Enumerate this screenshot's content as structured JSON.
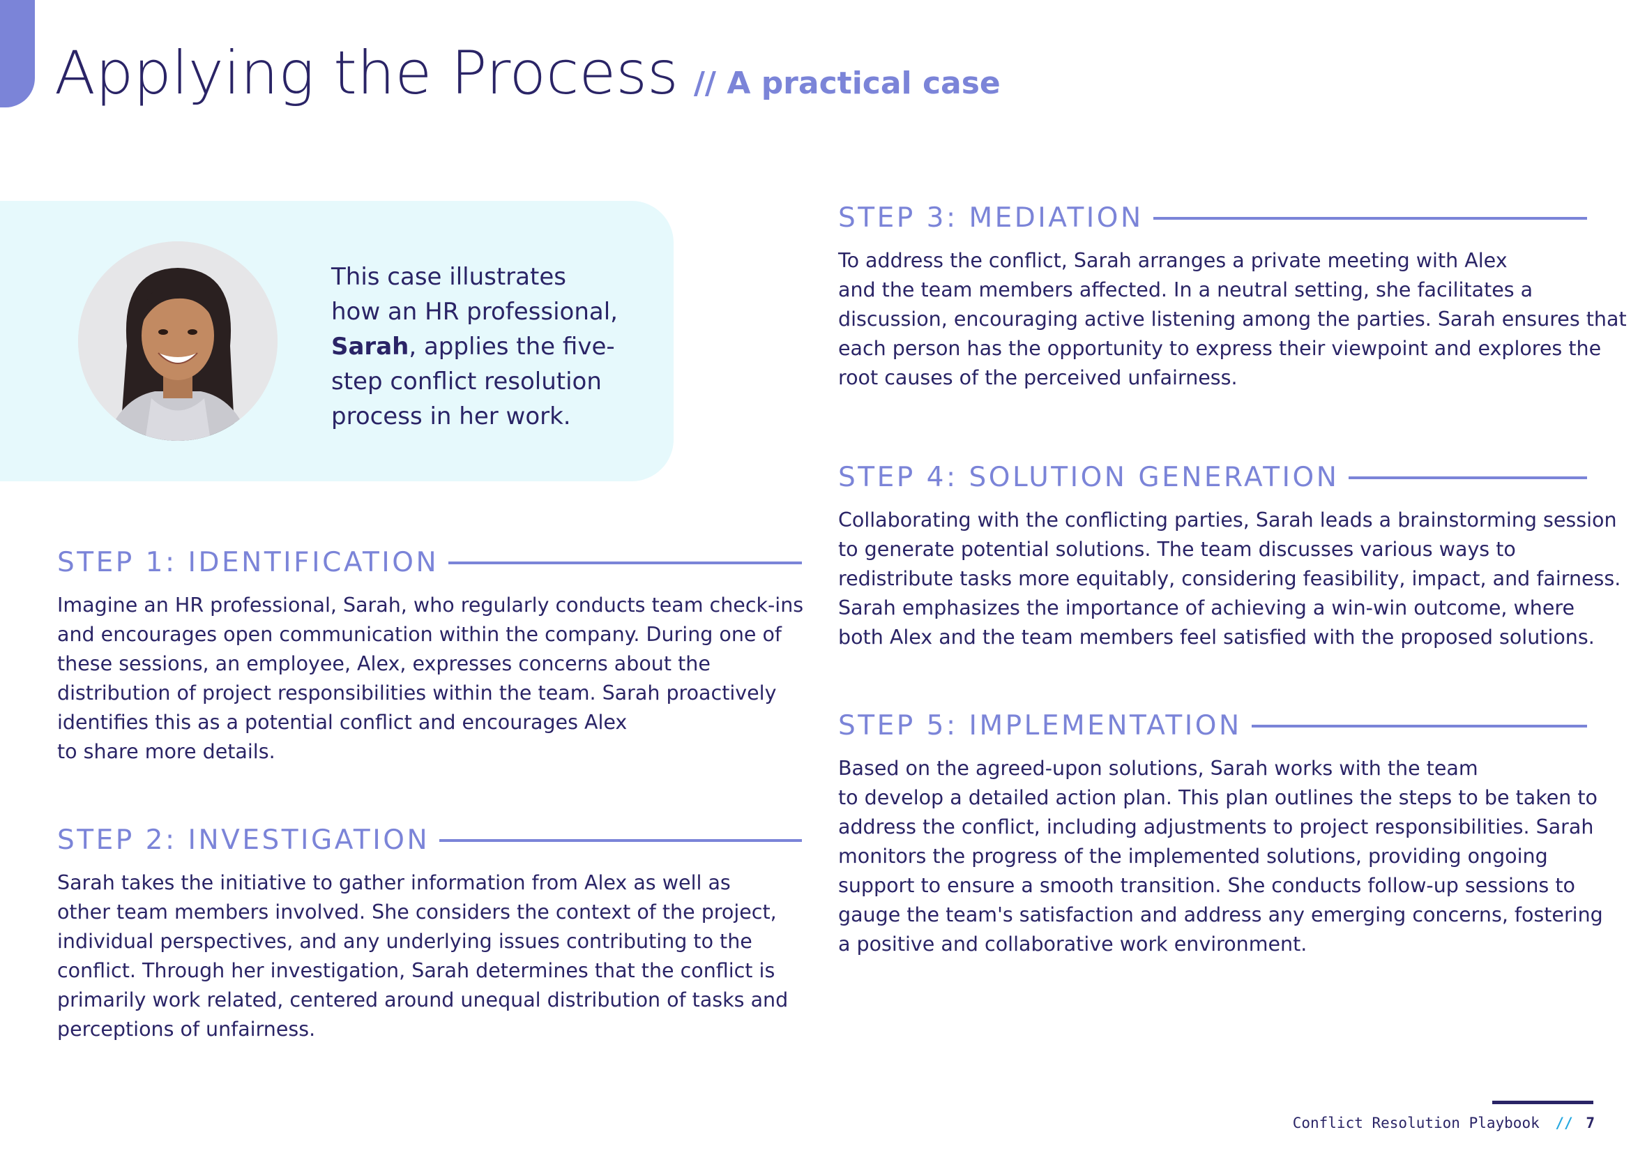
{
  "header": {
    "title": "Applying the Process",
    "subtitle": "// A practical case"
  },
  "intro": {
    "line1": "This case illustrates",
    "line2": "how an HR professional,",
    "name": "Sarah",
    "line3_rest": ", applies the five-",
    "line4": "step conflict resolution",
    "line5": "process in her work."
  },
  "steps": [
    {
      "title": "STEP 1: IDENTIFICATION",
      "lines": [
        "Imagine an HR professional, Sarah, who regularly conducts team check-ins",
        "and encourages open communication within the company. During  one of",
        "these sessions, an employee, Alex, expresses concerns about the",
        "distribution of project responsibilities within the team. Sarah proactively",
        "identifies this as a potential conflict and encourages Alex",
        "to share more details."
      ]
    },
    {
      "title": "STEP 2: INVESTIGATION",
      "lines": [
        "Sarah takes the initiative to gather information from Alex as well as",
        "other team members involved. She considers the context of the project,",
        "individual perspectives, and any underlying issues contributing to the",
        "conflict. Through her investigation, Sarah determines that the conflict is",
        "primarily work related, centered around unequal distribution of tasks and",
        "perceptions of unfairness."
      ]
    },
    {
      "title": "STEP 3: MEDIATION",
      "lines": [
        "To address the conflict, Sarah arranges a private meeting with Alex",
        "and the team members affected. In a neutral setting, she facilitates a",
        "discussion, encouraging active listening among the parties. Sarah ensures that",
        "each person has the opportunity to express their viewpoint and explores the",
        "root causes of the perceived unfairness."
      ]
    },
    {
      "title": "STEP 4: SOLUTION GENERATION",
      "lines": [
        "Collaborating with the conflicting parties, Sarah leads a brainstorming session",
        "to generate potential solutions. The team discusses various ways to",
        "redistribute tasks more equitably, considering feasibility, impact, and fairness.",
        "Sarah emphasizes the importance of achieving a win-win outcome, where",
        "both Alex and the team members feel satisfied with the proposed solutions."
      ]
    },
    {
      "title": "STEP 5: IMPLEMENTATION",
      "lines": [
        "Based on the agreed-upon solutions, Sarah works with the team",
        "to develop a detailed action plan. This plan outlines the steps to be taken to",
        "address the conflict, including adjustments to project responsibilities. Sarah",
        "monitors the progress of the implemented solutions, providing ongoing",
        "support to ensure a smooth transition. She conducts follow-up sessions to",
        "gauge the team's satisfaction and address any emerging concerns, fostering",
        "a positive and collaborative work environment."
      ]
    }
  ],
  "footer": {
    "doc_title": "Conflict Resolution Playbook",
    "separator": "//",
    "page_number": "7"
  },
  "colors": {
    "accent": "#7b84d8",
    "text": "#2a2466",
    "card": "#e6f9fc",
    "footer_sep": "#26a8e0"
  }
}
